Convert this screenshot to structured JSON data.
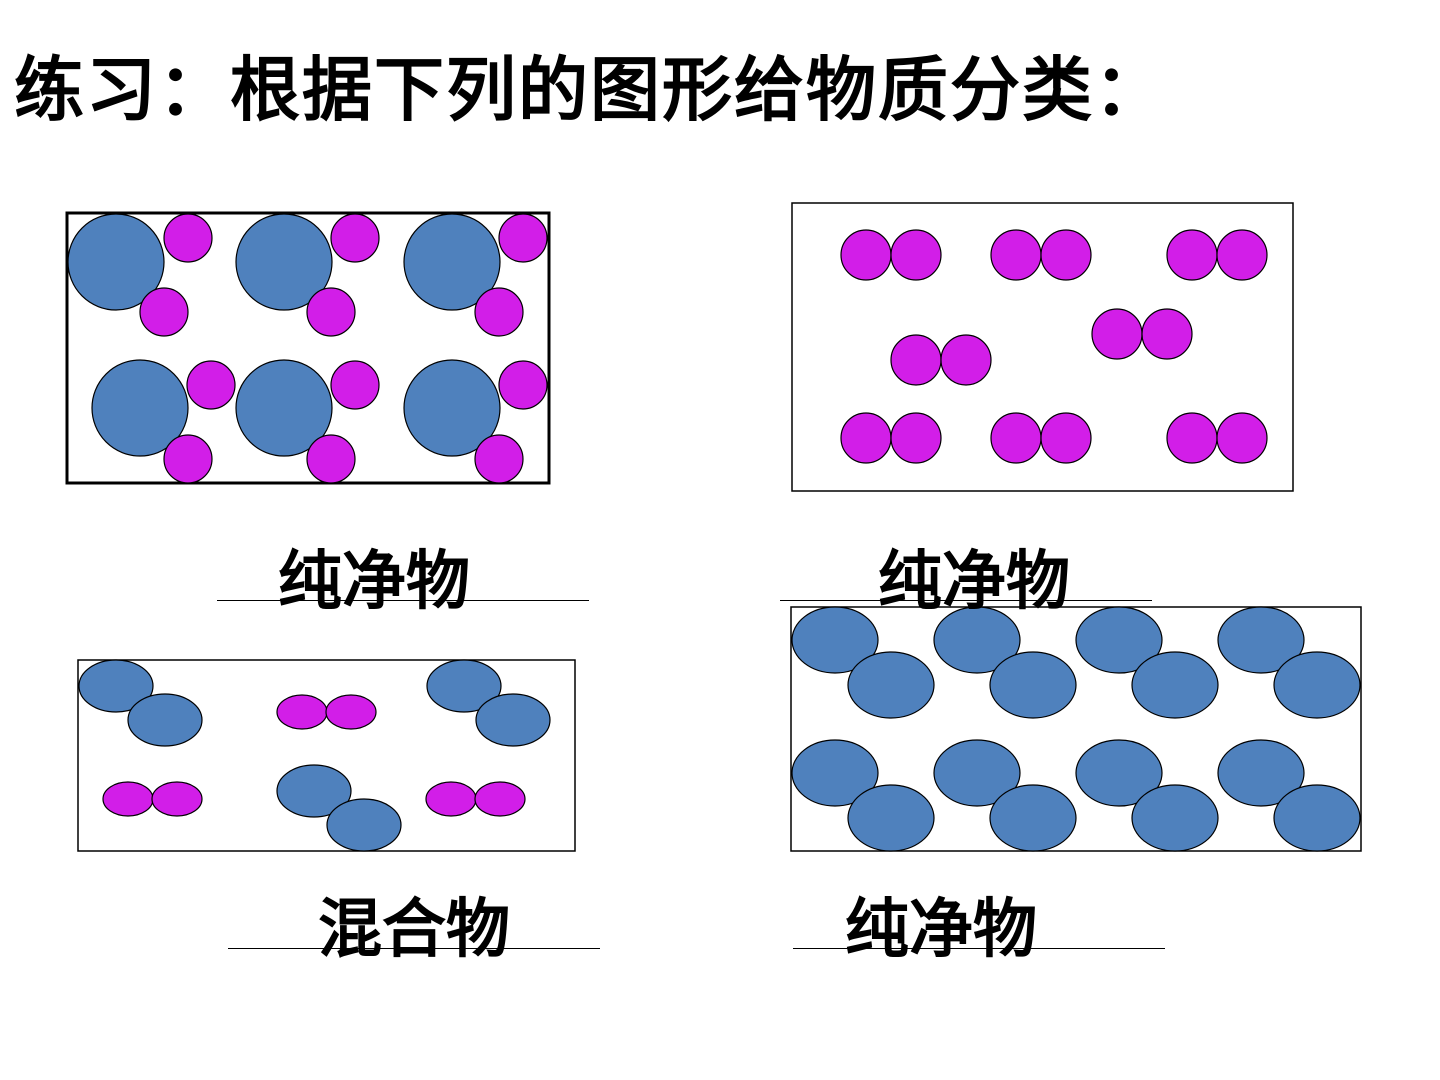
{
  "slide": {
    "title": "练习：根据下列的图形给物质分类："
  },
  "panels": [
    {
      "id": "top-left",
      "answer": "纯净物"
    },
    {
      "id": "top-right",
      "answer": "纯净物"
    },
    {
      "id": "bottom-left",
      "answer": "混合物"
    },
    {
      "id": "bottom-right",
      "answer": "纯净物"
    }
  ],
  "colors": {
    "atom_blue": "#4f81bd",
    "atom_magenta": "#d21ee8",
    "outline": "#000000"
  }
}
